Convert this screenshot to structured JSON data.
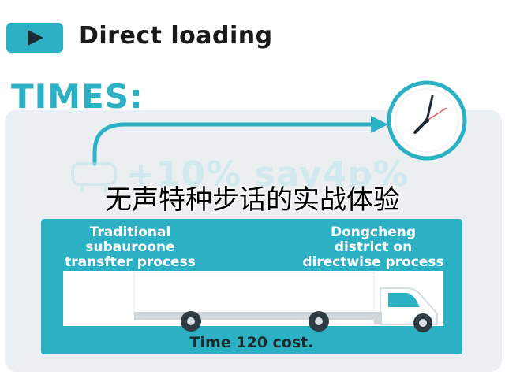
{
  "header": {
    "title": "Direct loading",
    "icon": "play-icon",
    "accent_color": "#2bb0c4"
  },
  "times_heading": "TIMES:",
  "ghost_text": "+10% say4p%",
  "overlay_caption": "无声特种步话的实战体验",
  "left_box": {
    "line1": "Traditional",
    "line2": "subauroone",
    "line3": "transfter process"
  },
  "right_box": {
    "line1": "Dongcheng",
    "line2": "district on",
    "line3": "directwise process"
  },
  "footer_caption": "Time 120 cost.",
  "icons": [
    "play-icon",
    "clock-icon",
    "cable-plug-icon",
    "arrow-right-icon",
    "truck-icon"
  ],
  "colors": {
    "teal": "#2bb0c4",
    "panel": "#eceff1",
    "dark": "#1a1a1a"
  }
}
